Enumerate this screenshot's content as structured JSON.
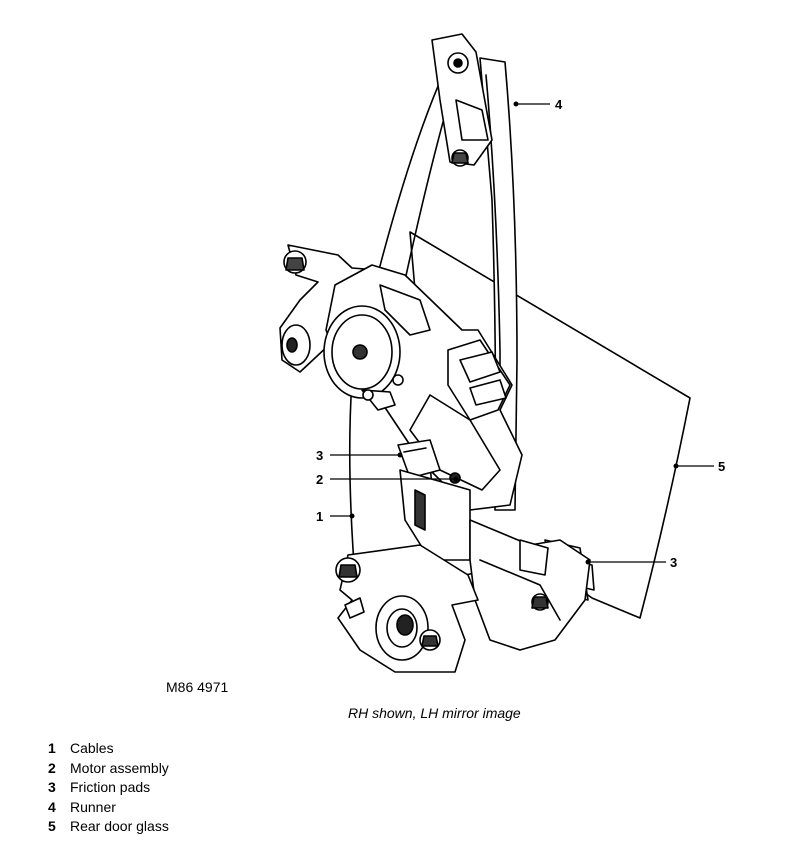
{
  "callouts": {
    "c1": "1",
    "c2": "2",
    "c3a": "3",
    "c3b": "3",
    "c4": "4",
    "c5": "5"
  },
  "figure_code": "M86 4971",
  "figure_note": "RH shown, LH mirror image",
  "legend": [
    {
      "num": "1",
      "label": "Cables"
    },
    {
      "num": "2",
      "label": "Motor assembly"
    },
    {
      "num": "3",
      "label": "Friction pads"
    },
    {
      "num": "4",
      "label": "Runner"
    },
    {
      "num": "5",
      "label": "Rear door glass"
    }
  ]
}
